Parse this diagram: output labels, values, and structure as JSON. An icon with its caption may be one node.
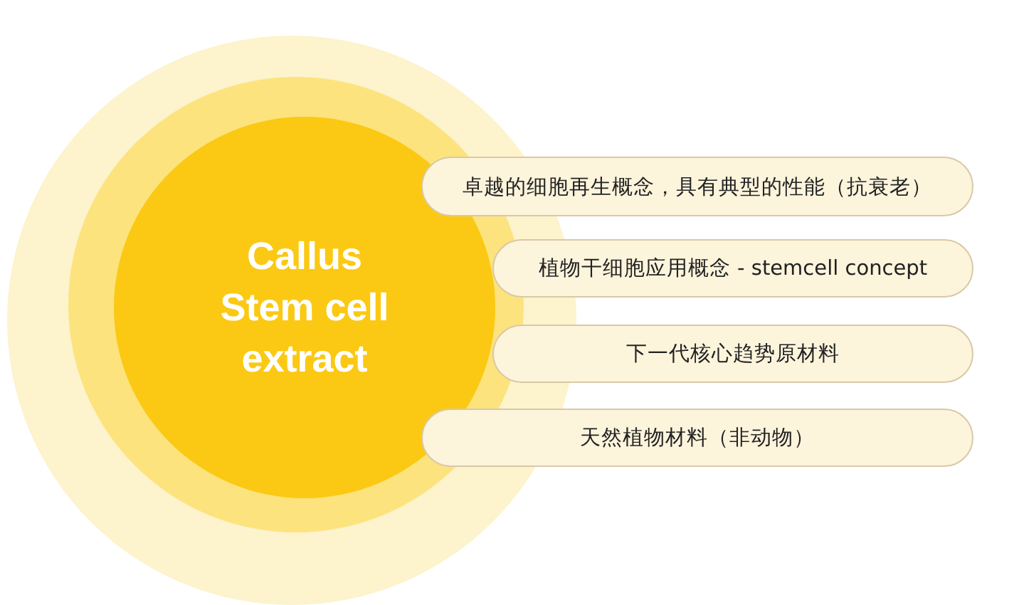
{
  "diagram": {
    "nodes": [
      {
        "text": [
          "Callus Stem cell extract"
        ]
      },
      {
        "text": [
          "卓越的细胞再生概念，具有典型的性能（抗衰老）"
        ]
      },
      {
        "text": [
          "植物干细胞应用概念 - stemcell concept"
        ]
      },
      {
        "text": [
          "下一代核心趋势原材料"
        ]
      },
      {
        "text": [
          "天然植物材料（非动物）"
        ]
      }
    ]
  }
}
